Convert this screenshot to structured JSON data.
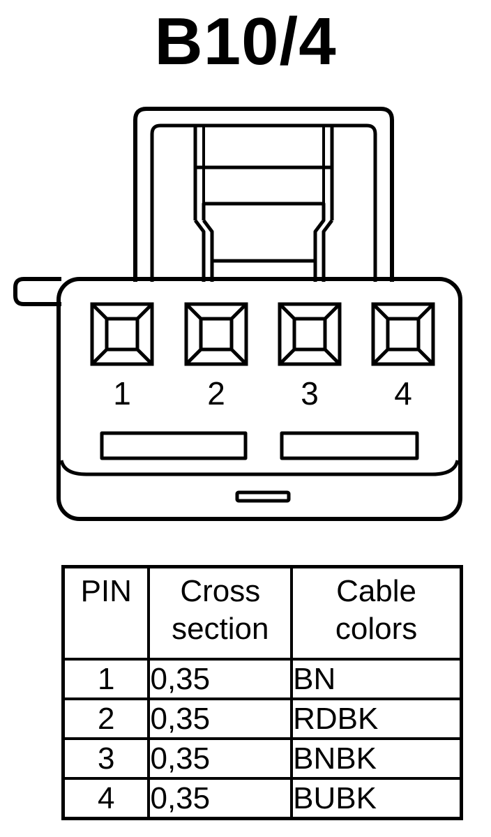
{
  "title": "B10/4",
  "connector": {
    "pins": [
      {
        "label": "1"
      },
      {
        "label": "2"
      },
      {
        "label": "3"
      },
      {
        "label": "4"
      }
    ]
  },
  "table": {
    "headers": {
      "pin": "PIN",
      "cross_section_line1": "Cross",
      "cross_section_line2": "section",
      "cable_colors_line1": "Cable",
      "cable_colors_line2": "colors"
    },
    "rows": [
      {
        "pin": "1",
        "cross_section": "0,35",
        "color": "BN"
      },
      {
        "pin": "2",
        "cross_section": "0,35",
        "color": "RDBK"
      },
      {
        "pin": "3",
        "cross_section": "0,35",
        "color": "BNBK"
      },
      {
        "pin": "4",
        "cross_section": "0,35",
        "color": "BUBK"
      }
    ]
  }
}
